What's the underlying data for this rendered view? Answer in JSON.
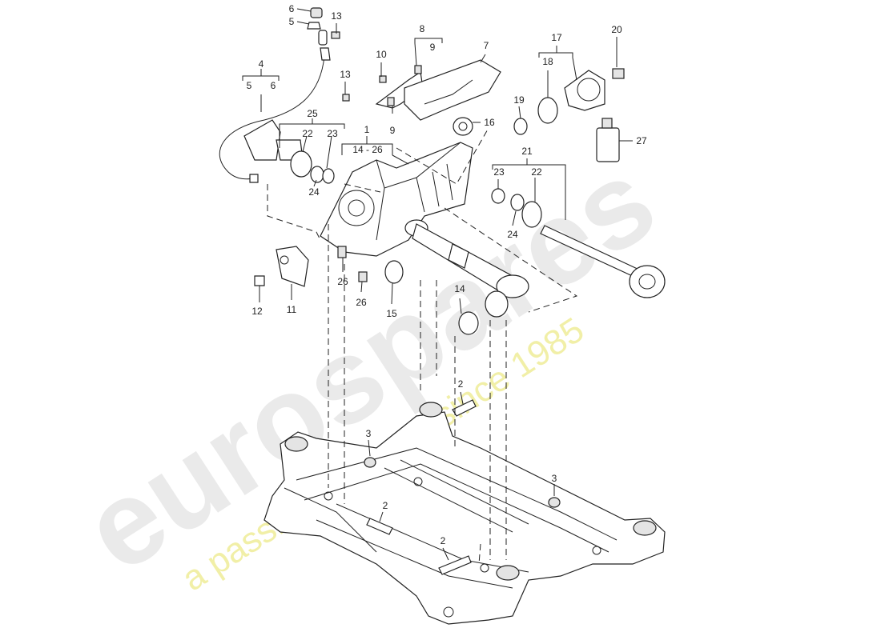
{
  "watermark": {
    "brand": "eurospares",
    "tagline": "a passion for parts since 1985"
  },
  "colors": {
    "line": "#222222",
    "brand_watermark": "#d8d8d8",
    "tagline_watermark": "#ece98a"
  },
  "callouts": {
    "c1": "1",
    "c1_range": "14 - 26",
    "c2a": "2",
    "c2b": "2",
    "c2c": "2",
    "c3a": "3",
    "c3b": "3",
    "c4": "4",
    "c4_5": "5",
    "c4_6": "6",
    "c5": "5",
    "c6": "6",
    "c7": "7",
    "c8": "8",
    "c8_9": "9",
    "c9": "9",
    "c10": "10",
    "c11": "11",
    "c12": "12",
    "c13a": "13",
    "c13b": "13",
    "c14": "14",
    "c15": "15",
    "c16": "16",
    "c17": "17",
    "c17_18": "18",
    "c19": "19",
    "c20": "20",
    "c21": "21",
    "c21_23": "23",
    "c21_22": "22",
    "c22": "22",
    "c23": "23",
    "c24a": "24",
    "c24b": "24",
    "c25": "25",
    "c26a": "26",
    "c26b": "26",
    "c27": "27"
  }
}
